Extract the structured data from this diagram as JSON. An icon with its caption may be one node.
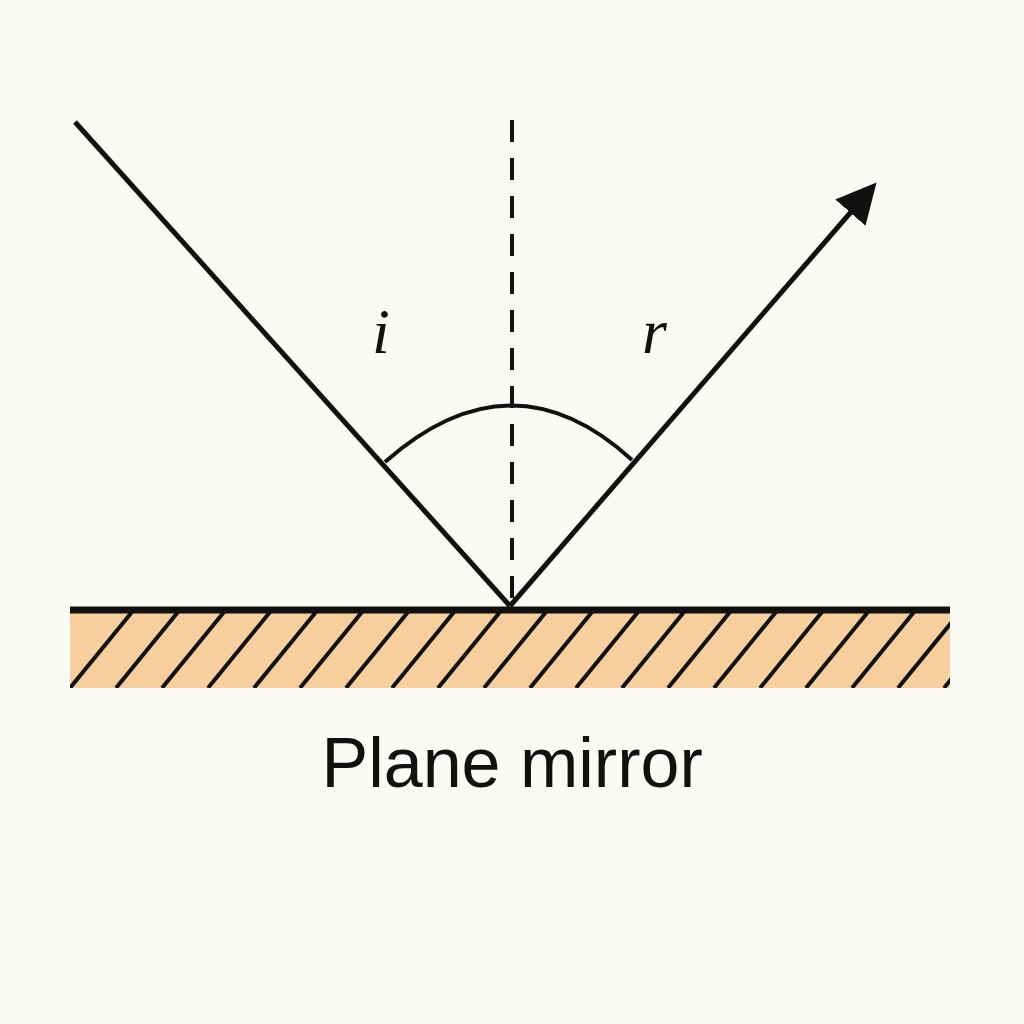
{
  "diagram": {
    "labels": [
      "i",
      "r",
      "Plane mirror"
    ]
  }
}
